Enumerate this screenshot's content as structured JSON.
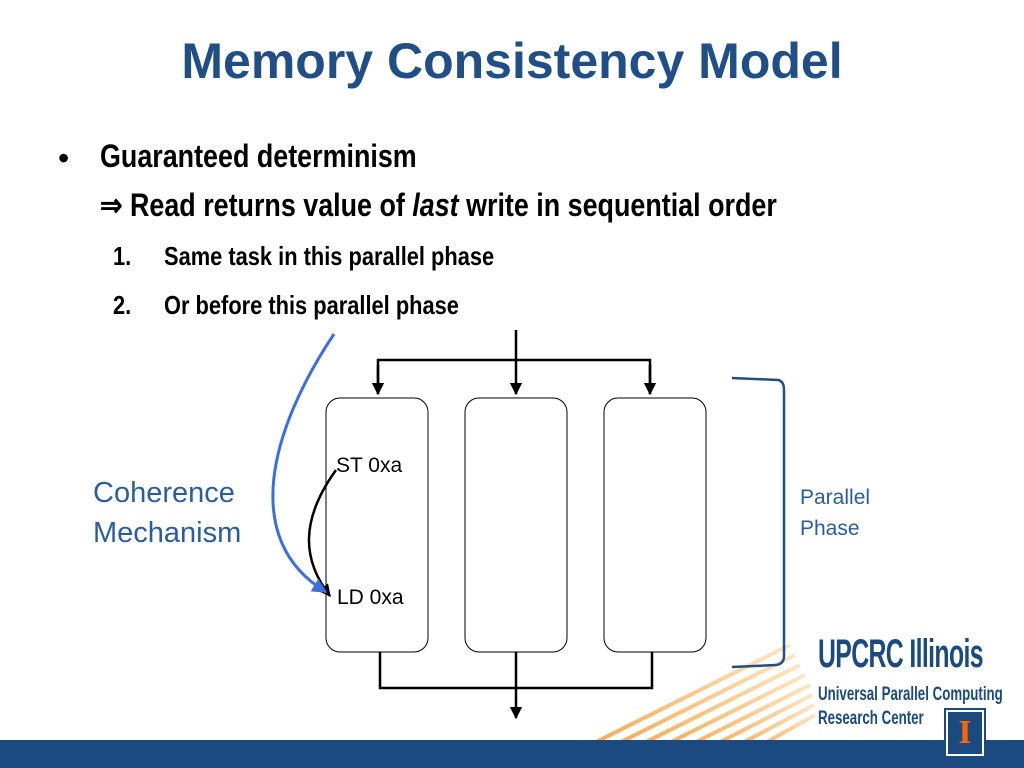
{
  "title": "Memory Consistency Model",
  "bullet": {
    "marker": "•",
    "heading": "Guaranteed determinism",
    "implies_symbol": "⇒",
    "line_before": "Read returns value of ",
    "line_emph": "last",
    "line_after": " write in sequential order",
    "items": [
      {
        "num": "1.",
        "text": "Same task in this parallel phase"
      },
      {
        "num": "2.",
        "text": "Or before this parallel phase"
      }
    ]
  },
  "diagram": {
    "store_label": "ST 0xa",
    "load_label": "LD 0xa",
    "coherence_line1": "Coherence",
    "coherence_line2": "Mechanism",
    "phase_line1": "Parallel",
    "phase_line2": "Phase",
    "colors": {
      "arrow_blue": "#3b6fe0",
      "label_blue": "#2b5d9c",
      "bracket": "#1f4f86"
    }
  },
  "logo": {
    "name": "UPCRC Illinois",
    "sub1": "Universal Parallel Computing",
    "sub2": "Research Center",
    "mark": "I",
    "colors": {
      "navy": "#1a4a80",
      "orange": "#ff6600"
    }
  }
}
